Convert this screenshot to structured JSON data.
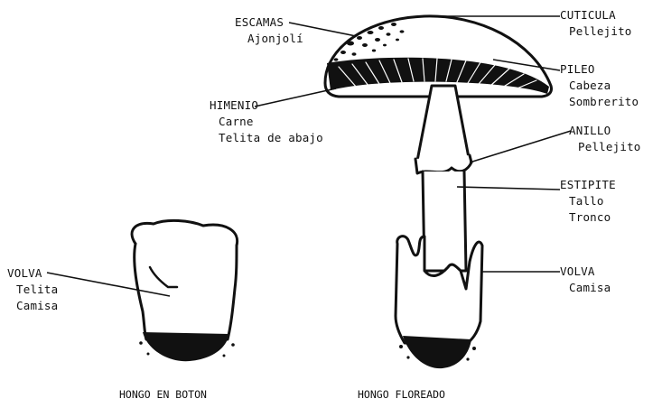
{
  "labels": {
    "escamas": {
      "title": "ESCAMAS",
      "sub": [
        "Ajonjolí"
      ]
    },
    "himenio": {
      "title": "HIMENIO",
      "sub": [
        "Carne",
        "Telita de abajo"
      ]
    },
    "cuticula": {
      "title": "CUTICULA",
      "sub": [
        "Pellejito"
      ]
    },
    "pileo": {
      "title": "PILEO",
      "sub": [
        "Cabeza",
        "Sombrerito"
      ]
    },
    "anillo": {
      "title": "ANILLO",
      "sub": [
        "Pellejito"
      ]
    },
    "estipite": {
      "title": "ESTIPITE",
      "sub": [
        "Tallo",
        "Tronco"
      ]
    },
    "volva_left": {
      "title": "VOLVA",
      "sub": [
        "Telita",
        "Camisa"
      ]
    },
    "volva_right": {
      "title": "VOLVA",
      "sub": [
        "Camisa"
      ]
    }
  },
  "captions": {
    "button": "HONGO EN BOTON",
    "bloomed": "HONGO FLOREADO"
  }
}
